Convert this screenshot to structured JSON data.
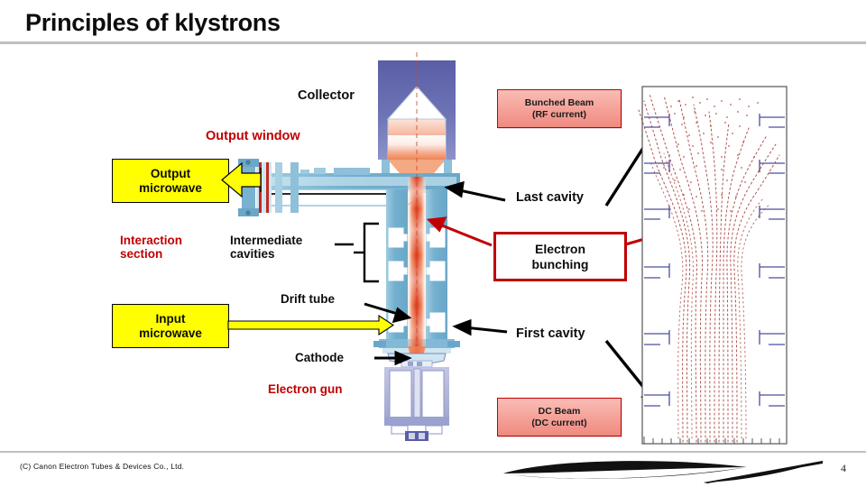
{
  "slide": {
    "title": "Principles of klystrons",
    "page_number": "4",
    "footer": "(C) Canon Electron Tubes & Devices Co., Ltd.",
    "background": "#ffffff",
    "rule_color": "#bfbfbf"
  },
  "colors": {
    "title_text": "#0d0d0d",
    "red_label": "#c00000",
    "yellow_box": "#ffff00",
    "pink_box_top": "#f9bdb6",
    "pink_box_bottom": "#f08a80",
    "body_blue": "#7cb4d2",
    "collector_blue": "#5b5ea6",
    "beam_red": "#e8432a",
    "gun_blue": "#6f74b5"
  },
  "labels": {
    "collector": "Collector",
    "output_window": "Output window",
    "interaction_section": "Interaction\nsection",
    "intermediate_cavities": "Intermediate\ncavities",
    "drift_tube": "Drift tube",
    "cathode": "Cathode",
    "electron_gun": "Electron gun",
    "last_cavity": "Last cavity",
    "first_cavity": "First cavity"
  },
  "callouts": {
    "output_microwave": "Output\nmicrowave",
    "input_microwave": "Input\nmicrowave",
    "bunched_beam": "Bunched Beam\n(RF current)",
    "dc_beam": "DC Beam\n(DC current)",
    "electron_bunching": "Electron\nbunching"
  },
  "sim_panel": {
    "caption_top": "Bunched Beam\n(RF current)",
    "caption_bottom": "DC Beam\n(DC current)",
    "description": "electron-trajectory-bunching-plot"
  }
}
